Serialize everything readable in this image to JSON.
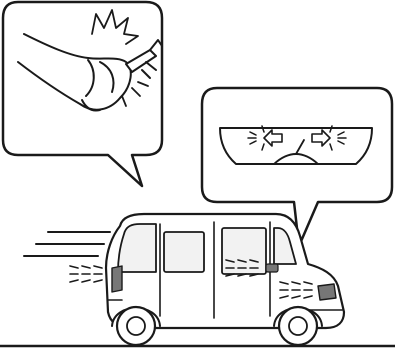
{
  "illustration": {
    "panels": [
      {
        "id": "brake-pedal-callout",
        "subject": "foot-pressing-brake-pedal"
      },
      {
        "id": "turn-signal-indicator-callout",
        "subject": "turn-signal-indicators-flashing"
      }
    ],
    "main_subject": "car-hazard-lights-flashing",
    "icons": [
      "foot-icon",
      "brake-pedal-icon",
      "left-arrow-indicator-icon",
      "right-arrow-indicator-icon",
      "car-icon",
      "flash-rays-icon",
      "motion-lines-icon"
    ],
    "colors": {
      "line": "#1a1a1a",
      "fill": "#ffffff",
      "window": "#f2f2f2",
      "lamp": "#777777"
    }
  }
}
